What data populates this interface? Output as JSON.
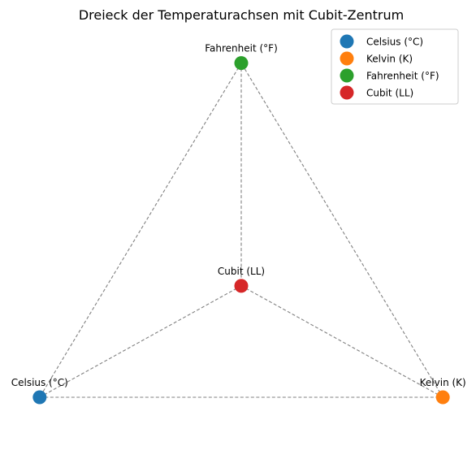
{
  "chart_data": {
    "type": "scatter",
    "title": "Dreieck der Temperaturachsen mit Cubit-Zentrum",
    "xlabel": "",
    "ylabel": "",
    "axes_visible": false,
    "grid": false,
    "legend_position": "top-right",
    "xlim": [
      -0.05,
      1.05
    ],
    "ylim": [
      -0.12,
      0.92
    ],
    "series": [
      {
        "name": "Celsius (°C)",
        "label": "Celsius (°C)",
        "x": 0.0,
        "y": 0.0,
        "color": "#1f77b4"
      },
      {
        "name": "Kelvin (K)",
        "label": "Kelvin (K)",
        "x": 1.0,
        "y": 0.0,
        "color": "#ff7f0e"
      },
      {
        "name": "Fahrenheit (°F)",
        "label": "Fahrenheit (°F)",
        "x": 0.5,
        "y": 0.866,
        "color": "#2ca02c"
      },
      {
        "name": "Cubit (LL)",
        "label": "Cubit (LL)",
        "x": 0.5,
        "y": 0.2887,
        "color": "#d62728"
      }
    ],
    "lines": [
      {
        "from": "Celsius (°C)",
        "to": "Kelvin (K)"
      },
      {
        "from": "Kelvin (K)",
        "to": "Fahrenheit (°F)"
      },
      {
        "from": "Fahrenheit (°F)",
        "to": "Celsius (°C)"
      },
      {
        "from": "Celsius (°C)",
        "to": "Cubit (LL)"
      },
      {
        "from": "Kelvin (K)",
        "to": "Cubit (LL)"
      },
      {
        "from": "Fahrenheit (°F)",
        "to": "Cubit (LL)"
      }
    ],
    "line_style": {
      "color": "#808080",
      "dash": "dashed"
    }
  }
}
